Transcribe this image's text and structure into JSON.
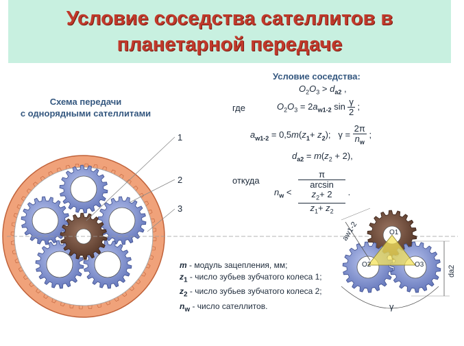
{
  "title": {
    "line1": "Условие соседства сателлитов в",
    "line2": "планетарной передаче"
  },
  "schema_label": {
    "line1": "Схема передачи",
    "line2": "с однорядными сателлитами"
  },
  "callouts": [
    "1",
    "2",
    "3"
  ],
  "condition": {
    "heading": "Условие соседства:",
    "where_word": "где",
    "from_word": "откуда"
  },
  "legend": {
    "m": "- модуль зацепления, мм;",
    "z1": "- число зубьев зубчатого колеса 1;",
    "z2": "- число зубьев зубчатого колеса 2;",
    "nw": "- число сателлитов."
  },
  "detail_labels": {
    "o1": "O1",
    "o2": "O2",
    "o3": "O3",
    "aw": "aw1-2",
    "da2": "da2",
    "gamma": "γ"
  },
  "colors": {
    "title_text": "#c0392b",
    "title_band": "#c8f0e0",
    "ring_gear": "#f0a27a",
    "satellite_gear": "#7b8fce",
    "sun_gear": "#6e4b3a",
    "heading_text": "#34577f"
  }
}
